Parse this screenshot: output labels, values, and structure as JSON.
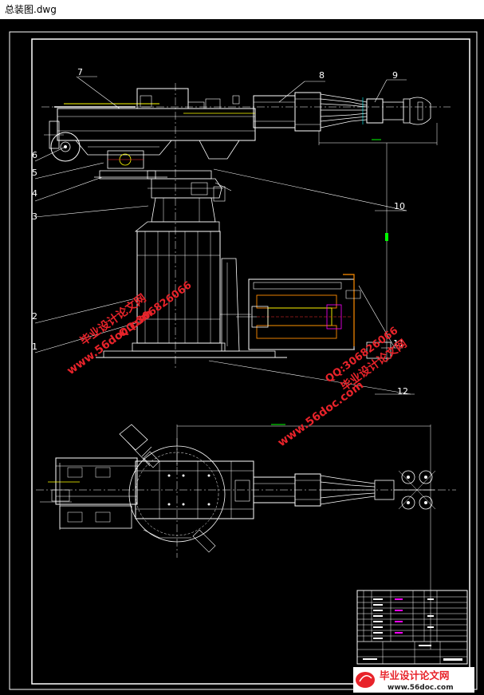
{
  "window": {
    "title": "总装图.dwg"
  },
  "colors": {
    "background": "#000000",
    "line_white": "#ffffff",
    "line_green": "#00ff00",
    "line_yellow": "#ffff00",
    "line_red": "#ff3030",
    "line_orange": "#ff8c00",
    "line_cyan": "#00ffff",
    "line_magenta": "#ff00ff",
    "watermark_red": "#e8232a"
  },
  "part_labels": [
    "1",
    "2",
    "3",
    "4",
    "5",
    "6",
    "7",
    "8",
    "9",
    "10",
    "11",
    "12"
  ],
  "watermarks": {
    "site": "www.56doc.com",
    "brand": "毕业设计论文网",
    "qq": "QQ:306826066"
  },
  "footer_logo": {
    "text": "毕业设计论文网",
    "url": "www.56doc.com"
  }
}
